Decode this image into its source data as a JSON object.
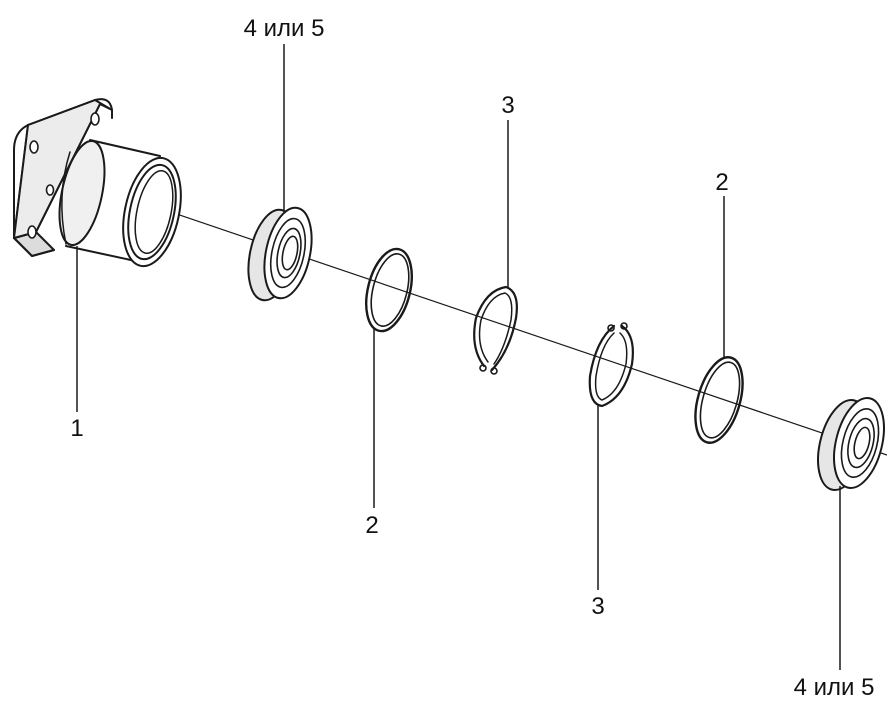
{
  "labels": {
    "housing": "1",
    "ring_a": "2",
    "ring_b": "2",
    "circlip_a": "3",
    "circlip_b": "3",
    "bearing_top": "4 или 5",
    "bearing_bottom": "4 или 5"
  },
  "colors": {
    "line": "#1a1a1a",
    "face": "#ffffff",
    "shade": "#e6e6e6",
    "dark_shade": "#bdbdbd"
  }
}
